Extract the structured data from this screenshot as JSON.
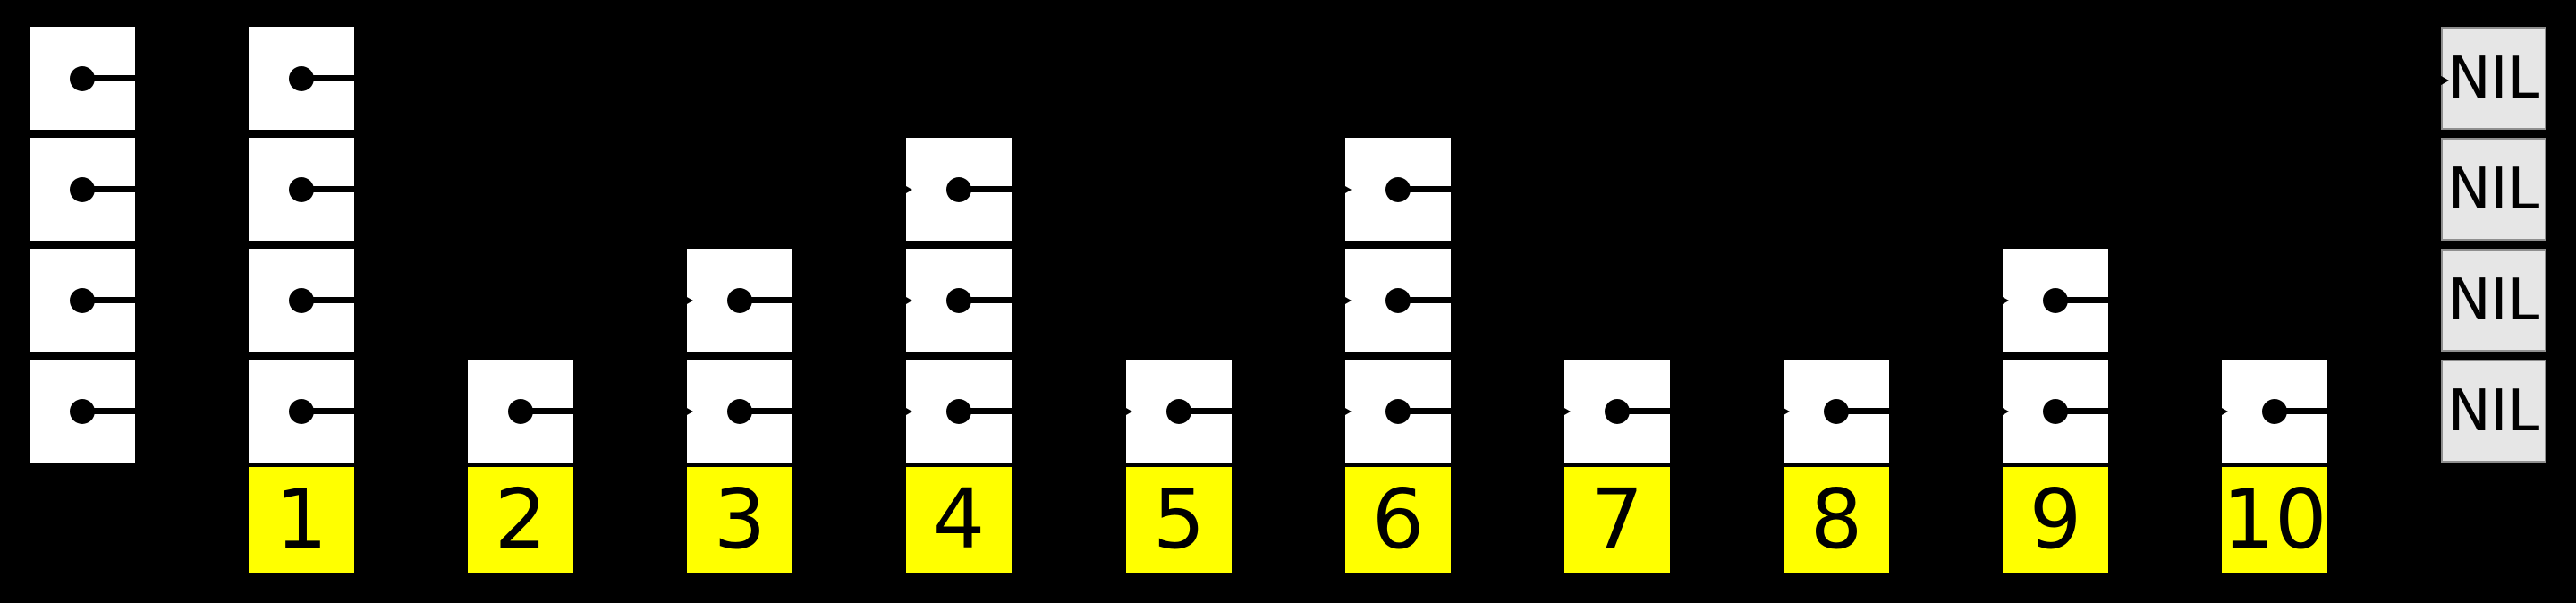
{
  "diagram": {
    "type": "skip-list",
    "background": "#000000",
    "colors": {
      "node_fill": "#ffffff",
      "pointer": "#000000",
      "key_fill": "#ffff00",
      "key_text": "#000000",
      "nil_fill": "#e6e6e6",
      "nil_border": "#8f8f8f",
      "nil_text": "#000000"
    },
    "levels": 4,
    "nil_label": "NIL",
    "columns": [
      {
        "id": "head",
        "kind": "head",
        "label": "",
        "levels": 4,
        "arrow_in_levels": []
      },
      {
        "id": "1",
        "kind": "node",
        "label": "1",
        "levels": 4,
        "arrow_in_levels": []
      },
      {
        "id": "2",
        "kind": "node",
        "label": "2",
        "levels": 1,
        "arrow_in_levels": []
      },
      {
        "id": "3",
        "kind": "node",
        "label": "3",
        "levels": 2,
        "arrow_in_levels": [
          1,
          2
        ]
      },
      {
        "id": "4",
        "kind": "node",
        "label": "4",
        "levels": 3,
        "arrow_in_levels": [
          1,
          2,
          3
        ]
      },
      {
        "id": "5",
        "kind": "node",
        "label": "5",
        "levels": 1,
        "arrow_in_levels": [
          1
        ]
      },
      {
        "id": "6",
        "kind": "node",
        "label": "6",
        "levels": 3,
        "arrow_in_levels": [
          1,
          2,
          3
        ]
      },
      {
        "id": "7",
        "kind": "node",
        "label": "7",
        "levels": 1,
        "arrow_in_levels": [
          1
        ]
      },
      {
        "id": "8",
        "kind": "node",
        "label": "8",
        "levels": 1,
        "arrow_in_levels": [
          1
        ]
      },
      {
        "id": "9",
        "kind": "node",
        "label": "9",
        "levels": 2,
        "arrow_in_levels": [
          1,
          2
        ]
      },
      {
        "id": "10",
        "kind": "node",
        "label": "10",
        "levels": 1,
        "arrow_in_levels": [
          1
        ]
      },
      {
        "id": "nil",
        "kind": "nil",
        "label": "",
        "levels": 4,
        "arrow_in_levels": [
          4
        ]
      }
    ]
  }
}
